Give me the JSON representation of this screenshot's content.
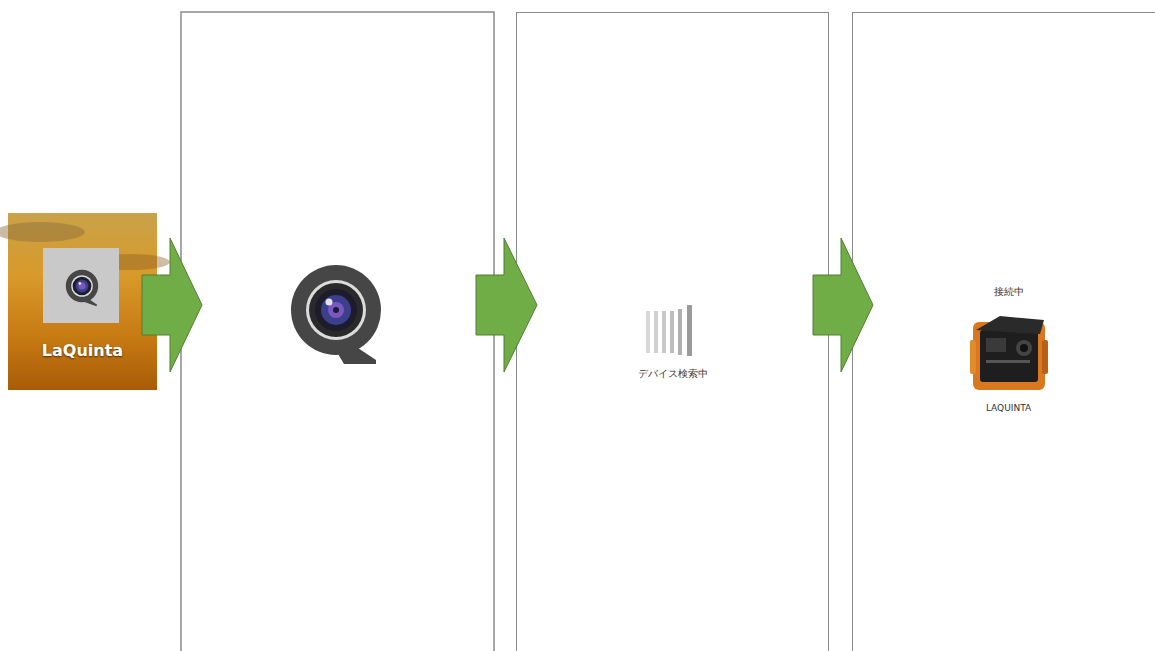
{
  "diagram": {
    "nodes": [
      {
        "text": [
          "LaQuinta"
        ]
      },
      {
        "text": [
          "デバイス検索中"
        ]
      },
      {
        "text": [
          "接続中",
          "LAQUINTA"
        ]
      }
    ],
    "edges": [
      {
        "from": 1,
        "to": 2,
        "arrow": "to"
      }
    ]
  }
}
